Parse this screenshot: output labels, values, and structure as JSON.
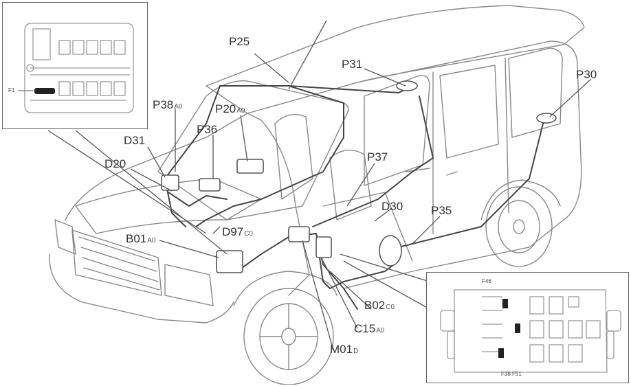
{
  "labels": {
    "p25": "P25",
    "p31": "P31",
    "p30": "P30",
    "p38": "P38",
    "p38_sfx": "A0",
    "p20": "P20",
    "p20_sfx": "A0",
    "p36": "P36",
    "d31": "D31",
    "d20": "D20",
    "p37": "P37",
    "d30": "D30",
    "p35": "P35",
    "b01": "B01",
    "b01_sfx": "A0",
    "d97": "D97",
    "d97_sfx": "C0",
    "b02": "B02",
    "b02_sfx": "C0",
    "c15": "C15",
    "c15_sfx": "A0",
    "m01": "M01",
    "m01_sfx": "D"
  },
  "inset_left": {
    "fuse_label": "F1"
  },
  "inset_right": {
    "top_label": "F46",
    "bottom_label": "F38 F51"
  }
}
